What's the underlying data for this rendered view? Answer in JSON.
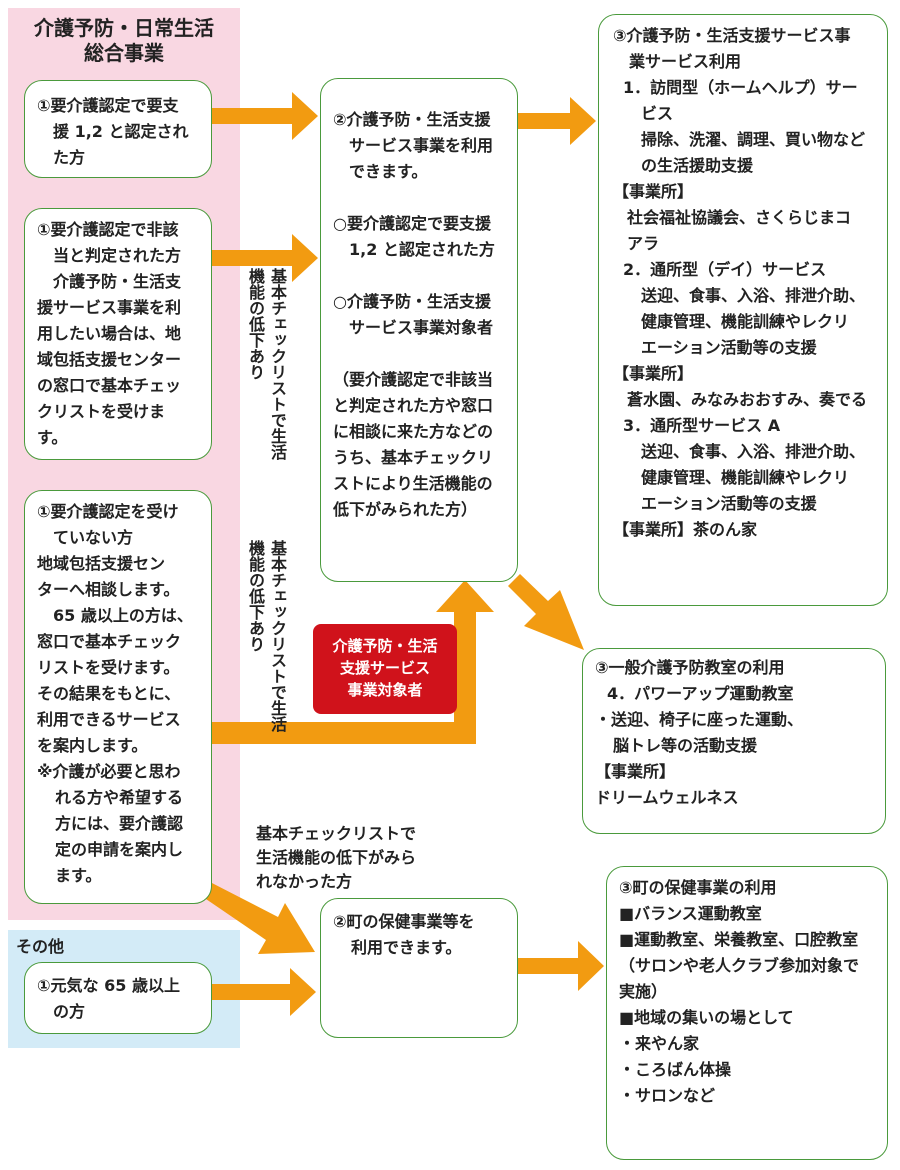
{
  "colors": {
    "pink_region": "#f9d7e2",
    "blue_region": "#d3ebf7",
    "box_border": "#4a9a3c",
    "arrow": "#f29b11",
    "badge": "#d0121b"
  },
  "regions": {
    "comprehensive": {
      "title_lines": [
        "介護予防・日常生活",
        "総合事業"
      ]
    },
    "other": {
      "title": "その他"
    }
  },
  "left_boxes": {
    "care_support": {
      "lines": [
        "①要介護認定で要支",
        "援 1,2 と認定され",
        "た方"
      ]
    },
    "not_applicable": {
      "lines": [
        "①要介護認定で非該",
        "当と判定された方",
        "介護予防・生活支",
        "援サービス事業を利",
        "用したい場合は、地",
        "域包括支援センター",
        "の窓口で基本チェッ",
        "クリストを受けま",
        "す。"
      ]
    },
    "not_certified": {
      "lines": [
        "①要介護認定を受け",
        "ていない方",
        "地域包括支援セン",
        "ターへ相談します。",
        "65 歳以上の方は、",
        "窓口で基本チェック",
        "リストを受けます。",
        "その結果をもとに、",
        "利用できるサービス",
        "を案内します。",
        "※介護が必要と思わ",
        "れる方や希望する",
        "方には、要介護認",
        "定の申請を案内し",
        "ます。"
      ]
    },
    "healthy": {
      "lines": [
        "①元気な 65 歳以上",
        "の方"
      ]
    }
  },
  "middle_boxes": {
    "service_use": {
      "lines": [
        "②介護予防・生活支援",
        "サービス事業を利用",
        "できます。",
        "",
        "○要介護認定で要支援",
        "1,2 と認定された方",
        "",
        "○介護予防・生活支援",
        "サービス事業対象者",
        "",
        "（要介護認定で非該当",
        "と判定された方や窓口",
        "に相談に来た方などの",
        "うち、基本チェックリ",
        "ストにより生活機能の",
        "低下がみられた方）"
      ]
    },
    "town_health": {
      "lines": [
        "②町の保健事業等を",
        "利用できます。"
      ]
    }
  },
  "right_boxes": {
    "service_business": {
      "lines": [
        "③介護予防・生活支援サービス事",
        "業サービス利用",
        "1．訪問型（ホームヘルプ）サー",
        "ビス",
        "掃除、洗濯、調理、買い物など",
        "の生活援助支援",
        "【事業所】",
        "社会福祉協議会、さくらじまコ",
        "アラ",
        "2．通所型（デイ）サービス",
        "送迎、食事、入浴、排泄介助、",
        "健康管理、機能訓練やレクリ",
        "エーション活動等の支援",
        "【事業所】",
        "蒼水園、みなみおおすみ、奏でる",
        "3．通所型サービス A",
        "送迎、食事、入浴、排泄介助、",
        "健康管理、機能訓練やレクリ",
        "エーション活動等の支援",
        "【事業所】茶のん家"
      ]
    },
    "general_prevention": {
      "lines": [
        "③一般介護予防教室の利用",
        "4．パワーアップ運動教室",
        "・送迎、椅子に座った運動、",
        "脳トレ等の活動支援",
        "【事業所】",
        "ドリームウェルネス"
      ]
    },
    "town_health_business": {
      "lines": [
        "③町の保健事業の利用",
        "■バランス運動教室",
        "■運動教室、栄養教室、口腔教室",
        "（サロンや老人クラブ参加対象で",
        "実施）",
        "■地域の集いの場として",
        "・来やん家",
        "・ころばん体操",
        "・サロンなど"
      ]
    }
  },
  "path_labels": {
    "checklist_decline_1": "基本チェックリストで生活機能の低下あり",
    "checklist_decline_2": "基本チェックリストで生活機能の低下あり",
    "checklist_no_decline_lines": [
      "基本チェックリストで",
      "生活機能の低下がみら",
      "れなかった方"
    ]
  },
  "badge": {
    "lines": [
      "介護予防・生活",
      "支援サービス",
      "事業対象者"
    ]
  }
}
